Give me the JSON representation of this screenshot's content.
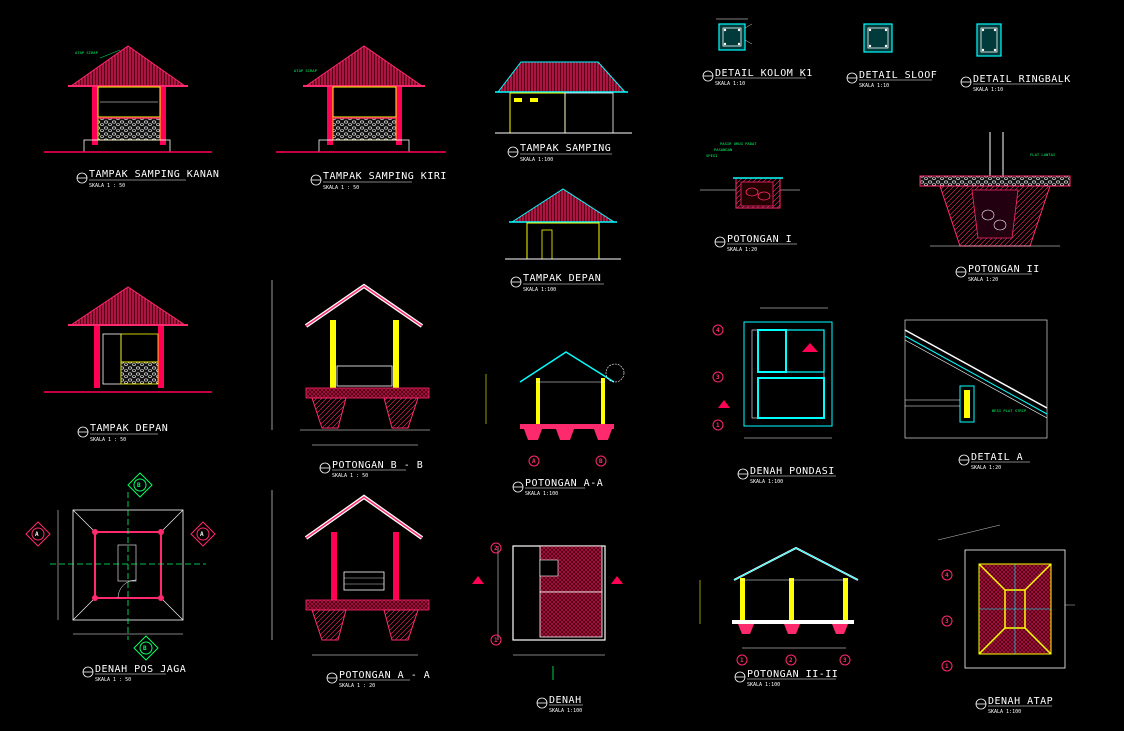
{
  "colors": {
    "background": "#000000",
    "roof": "#ff2a6d",
    "wall": "#ffff00",
    "cyan": "#00ffff",
    "green": "#00ff66",
    "white": "#ffffff",
    "grid_marker": "#cc0044"
  },
  "titles": {
    "tampak_samping_kanan": "TAMPAK SAMPING KANAN",
    "tampak_samping_kiri": "TAMPAK SAMPING KIRI",
    "tampak_depan_pos": "TAMPAK DEPAN",
    "tampak_samping": "TAMPAK SAMPING",
    "tampak_depan": "TAMPAK DEPAN",
    "detail_kolom": "DETAIL KOLOM K1",
    "detail_sloof": "DETAIL SLOOF",
    "detail_ringbalk": "DETAIL RINGBALK",
    "potongan_i": "POTONGAN I",
    "potongan_ii": "POTONGAN II",
    "potongan_b_b": "POTONGAN B - B",
    "potongan_a_a_small": "POTONGAN A-A",
    "denah_pondasi": "DENAH PONDASI",
    "detail_a": "DETAIL A",
    "denah_pos_jaga": "DENAH POS JAGA",
    "potongan_a_a": "POTONGAN A - A",
    "denah": "DENAH",
    "potongan_ii_ii": "POTONGAN II-II",
    "denah_atap": "DENAH ATAP"
  },
  "scales": {
    "s50": "SKALA 1 : 50",
    "s20": "SKALA 1 : 20",
    "s100": "SKALA 1:100",
    "s10": "SKALA 1:10",
    "s1_10": "SKALA 1:10",
    "s1_50": "SKALA 1:50",
    "s1_20": "SKALA 1:20"
  },
  "grid_markers": {
    "A": "A",
    "B": "B",
    "one": "1",
    "two": "2",
    "three": "3",
    "four": "4"
  }
}
